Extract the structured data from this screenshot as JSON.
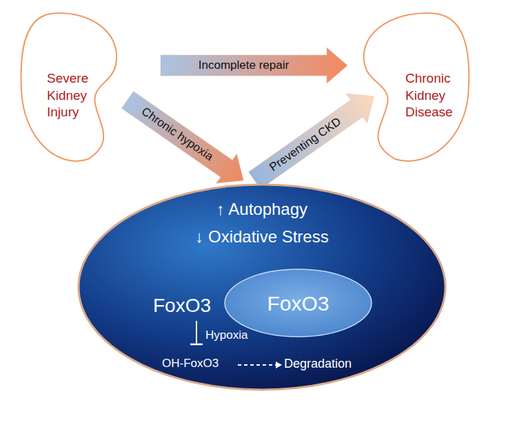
{
  "diagram": {
    "nodes": [
      {
        "text": [
          "Severe Kidney Injury"
        ]
      },
      {
        "text": [
          "Chronic Kidney Disease"
        ]
      },
      {
        "text": [
          "↑ Autophagy",
          "↓ Oxidative Stress"
        ]
      },
      {
        "text": [
          "FoxO3"
        ],
        "in": 2
      }
    ],
    "edges": [
      {
        "from": 0,
        "to": 1,
        "arrow": "to",
        "label": "Incomplete repair"
      },
      {
        "from": 0,
        "to": 2,
        "arrow": "to",
        "label": "Chronic hypoxia"
      },
      {
        "from": 2,
        "to": 1,
        "arrow": "to",
        "label": "Preventing CKD"
      }
    ],
    "labels": [
      "FoxO3",
      "Hypoxia",
      "OH-FoxO3",
      "Degradation"
    ]
  }
}
